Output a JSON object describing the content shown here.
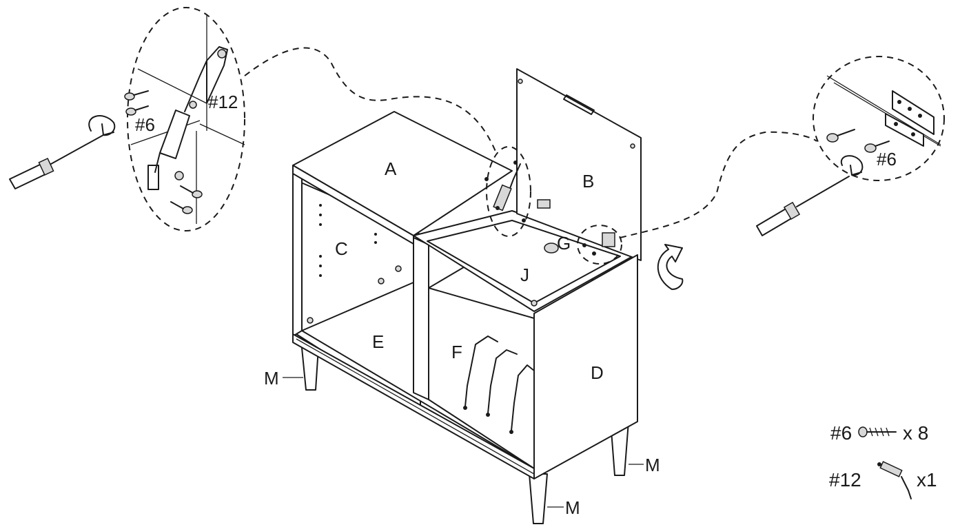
{
  "labels": {
    "a": "A",
    "b": "B",
    "c": "C",
    "d": "D",
    "e": "E",
    "f": "F",
    "g": "G",
    "j": "J",
    "m_left": "M",
    "m_front": "M",
    "m_right": "M"
  },
  "callouts": {
    "left_screw": "#6",
    "left_piston": "#12",
    "right_screw": "#6"
  },
  "hardware": [
    {
      "part": "#6",
      "qty": "x 8",
      "icon": "screw-icon"
    },
    {
      "part": "#12",
      "qty": "x1",
      "icon": "gas-strut-icon"
    }
  ]
}
